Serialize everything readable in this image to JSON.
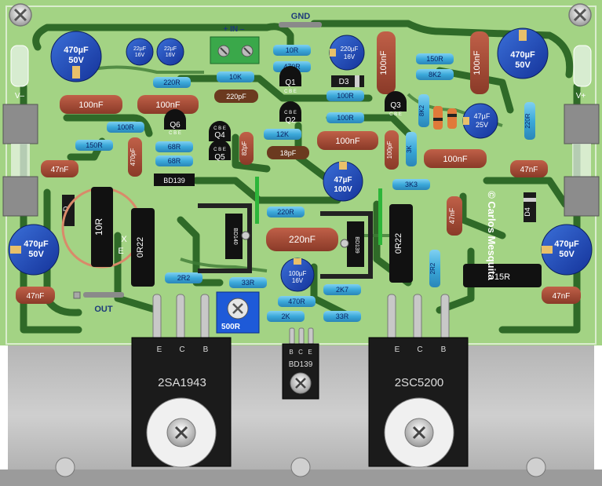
{
  "board": {
    "pcb_color": "#9fcf80",
    "trace_color": "#2f6a28",
    "silk_color": "#ffffff",
    "heatsink_color": "#bdbdbd"
  },
  "labels": {
    "gnd": "GND",
    "in": "+ IN –",
    "out": "OUT",
    "v_minus": "V–",
    "v_plus": "V+",
    "copyright": "© Carlos Mesquita",
    "left_mark_a": "X",
    "left_mark_b": "E",
    "pot": "500R"
  },
  "transistors": {
    "q_left": {
      "part": "2SA1943",
      "pins": [
        "E",
        "C",
        "B"
      ]
    },
    "q_right": {
      "part": "2SC5200",
      "pins": [
        "E",
        "C",
        "B"
      ]
    },
    "q_mid": {
      "part": "BD139",
      "pins": [
        "B",
        "C",
        "E"
      ]
    },
    "bd139_top": "BD139",
    "bd140": "BD140",
    "bd139_mid": "BD139",
    "q1": {
      "name": "Q1",
      "pins": "C B E"
    },
    "q2": {
      "name": "Q2",
      "pins": "C B E"
    },
    "q3": {
      "name": "Q3",
      "pins": "C B E"
    },
    "q4": {
      "name": "Q4",
      "pins": "C B E"
    },
    "q5": {
      "name": "Q5",
      "pins": "C B E"
    },
    "q6": {
      "name": "Q6",
      "pins": "C B E"
    }
  },
  "diodes": {
    "d3": "D3",
    "d4": "D4",
    "d_left": "D"
  },
  "capacitors": {
    "el_top_left": {
      "value": "470µF",
      "volt": "50V"
    },
    "el_top_right": {
      "value": "470µF",
      "volt": "50V"
    },
    "el_bot_left": {
      "value": "470µF",
      "volt": "50V"
    },
    "el_bot_right": {
      "value": "470µF",
      "volt": "50V"
    },
    "el_22a": {
      "value": "22µF",
      "volt": "16V"
    },
    "el_22b": {
      "value": "22µF",
      "volt": "16V"
    },
    "el_220": {
      "value": "220µF",
      "volt": "16V"
    },
    "el_47_25": {
      "value": "47µF",
      "volt": "25V"
    },
    "el_47_100": {
      "value": "47µF",
      "volt": "100V"
    },
    "el_100": {
      "value": "100µF",
      "volt": "16V"
    },
    "c_100n_a": "100nF",
    "c_100n_b": "100nF",
    "c_100n_c": "100nF",
    "c_100n_d": "100nF",
    "c_100n_e": "100nF",
    "c_100n_f": "100nF",
    "c_100p": "100pF",
    "c_220p": "220pF",
    "c_470p": "470pF",
    "c_82p": "82pF",
    "c_18p": "18pF",
    "c_220n": "220nF",
    "c_47n_a": "47nF",
    "c_47n_b": "47nF",
    "c_47n_c": "47nF",
    "c_47n_d": "47nF",
    "c_47n_e": "47nF"
  },
  "resistors": {
    "r10r_top": "10R",
    "r470r_top": "470R",
    "r10k": "10K",
    "r220r_a": "220R",
    "r150r_right": "150R",
    "r8k2_right": "8K2",
    "r100r_a": "100R",
    "r100r_b": "100R",
    "r100r_left": "100R",
    "r150r_left": "150R",
    "r68r_a": "68R",
    "r68r_b": "68R",
    "r12k": "12K",
    "r8k2_vert": "8K2",
    "r3k_vert": "3K",
    "r220r_vert": "220R",
    "r3k3": "3K3",
    "r220r_mid": "220R",
    "r10r_power": "10R",
    "r0r22_left": "0R22",
    "r0r22_right": "0R22",
    "r2r2_a": "2R2",
    "r2r2_b": "2R2",
    "r33r_a": "33R",
    "r33r_b": "33R",
    "r2k7": "2K7",
    "r470r_bot": "470R",
    "r2k": "2K",
    "r15r": "15R"
  }
}
